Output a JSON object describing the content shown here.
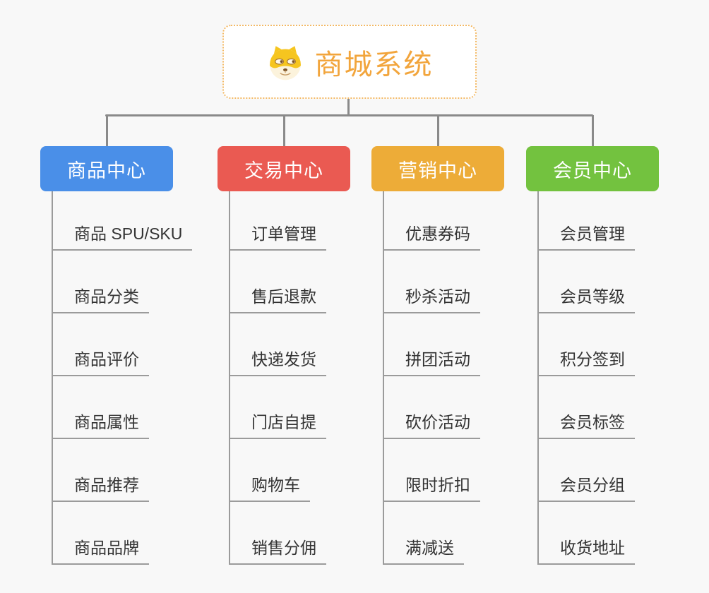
{
  "root": {
    "title": "商城系统",
    "icon": "doge-icon"
  },
  "branches": [
    {
      "label": "商品中心",
      "color": "#4A8FE8",
      "children": [
        "商品 SPU/SKU",
        "商品分类",
        "商品评价",
        "商品属性",
        "商品推荐",
        "商品品牌"
      ]
    },
    {
      "label": "交易中心",
      "color": "#EA5A52",
      "children": [
        "订单管理",
        "售后退款",
        "快递发货",
        "门店自提",
        "购物车",
        "销售分佣"
      ]
    },
    {
      "label": "营销中心",
      "color": "#EDAC38",
      "children": [
        "优惠券码",
        "秒杀活动",
        "拼团活动",
        "砍价活动",
        "限时折扣",
        "满减送"
      ]
    },
    {
      "label": "会员中心",
      "color": "#73C23F",
      "children": [
        "会员管理",
        "会员等级",
        "积分签到",
        "会员标签",
        "会员分组",
        "收货地址"
      ]
    }
  ],
  "colors": {
    "background": "#F8F8F8",
    "connector": "#8A8A8A",
    "underline": "#9B9B9B",
    "item_text": "#333333",
    "root_border": "#F3B965",
    "root_text": "#F2A53C"
  }
}
